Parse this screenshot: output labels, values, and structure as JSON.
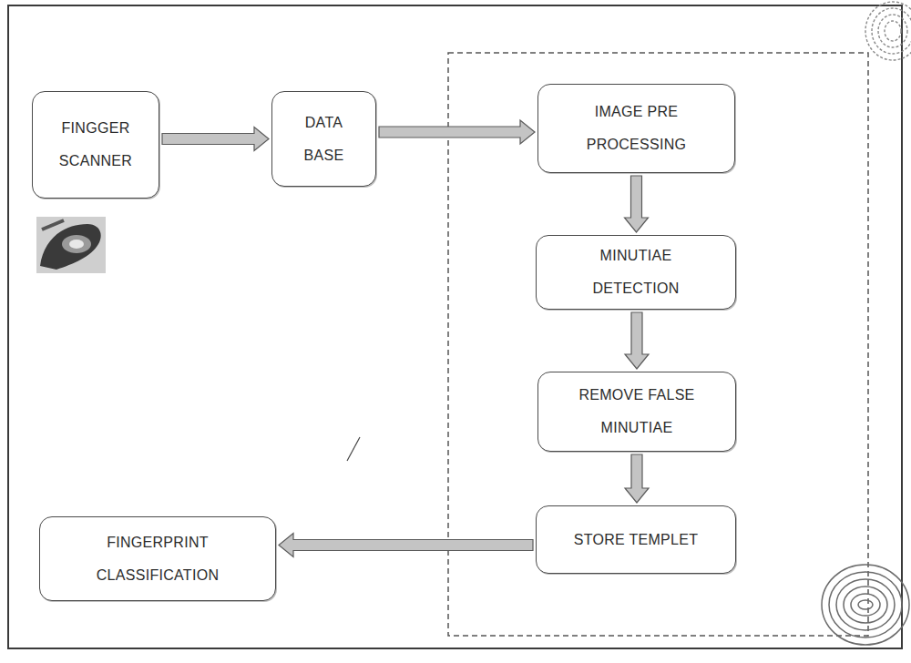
{
  "diagram": {
    "nodes": [
      {
        "text": [
          "FINGGER SCANNER"
        ]
      },
      {
        "text": [
          "DATA BASE"
        ]
      },
      {
        "text": [
          "IMAGE PRE PROCESSING"
        ]
      },
      {
        "text": [
          "MINUTIAE DETECTION"
        ]
      },
      {
        "text": [
          "REMOVE FALSE MINUTIAE"
        ]
      },
      {
        "text": [
          "STORE TEMPLET"
        ]
      },
      {
        "text": [
          "FINGERPRINT CLASSIFICATION"
        ]
      }
    ],
    "edges": [
      {
        "from": 0,
        "to": 1,
        "arrow": "to"
      },
      {
        "from": 1,
        "to": 2,
        "arrow": "to"
      },
      {
        "from": 2,
        "to": 3,
        "arrow": "to"
      },
      {
        "from": 3,
        "to": 4,
        "arrow": "to"
      },
      {
        "from": 4,
        "to": 5,
        "arrow": "to"
      },
      {
        "from": 5,
        "to": 6,
        "arrow": "to"
      }
    ]
  }
}
